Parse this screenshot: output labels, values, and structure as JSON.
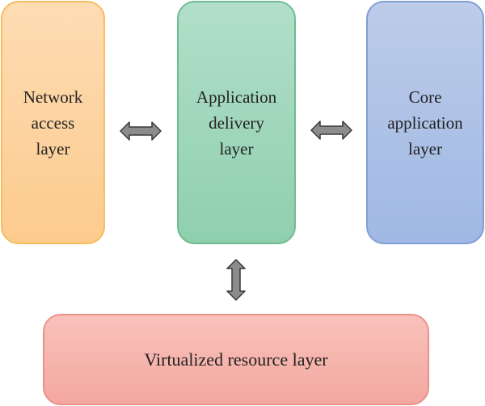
{
  "diagram": {
    "layers": {
      "network_access": {
        "label": "Network\naccess\nlayer",
        "fill_top": "#fedcb4",
        "fill_bottom": "#fccb8e",
        "border": "#f6bd5e"
      },
      "application_delivery": {
        "label": "Application\ndelivery\nlayer",
        "fill_top": "#b2dfc9",
        "fill_bottom": "#8fcfae",
        "border": "#6fbc8f"
      },
      "core_application": {
        "label": "Core\napplication\nlayer",
        "fill_top": "#bccce9",
        "fill_bottom": "#a0b8e4",
        "border": "#7f9fd6"
      },
      "virtualized_resource": {
        "label": "Virtualized resource layer",
        "fill_top": "#f8c2bb",
        "fill_bottom": "#f3a8a0",
        "border": "#e9918a"
      }
    },
    "connections": [
      {
        "from": "network_access",
        "to": "application_delivery",
        "direction": "bidirectional"
      },
      {
        "from": "application_delivery",
        "to": "core_application",
        "direction": "bidirectional"
      },
      {
        "from": "application_delivery",
        "to": "virtualized_resource",
        "direction": "bidirectional"
      }
    ],
    "arrow_color": "#8c8c8c",
    "arrow_outline": "#3a3a3a"
  }
}
